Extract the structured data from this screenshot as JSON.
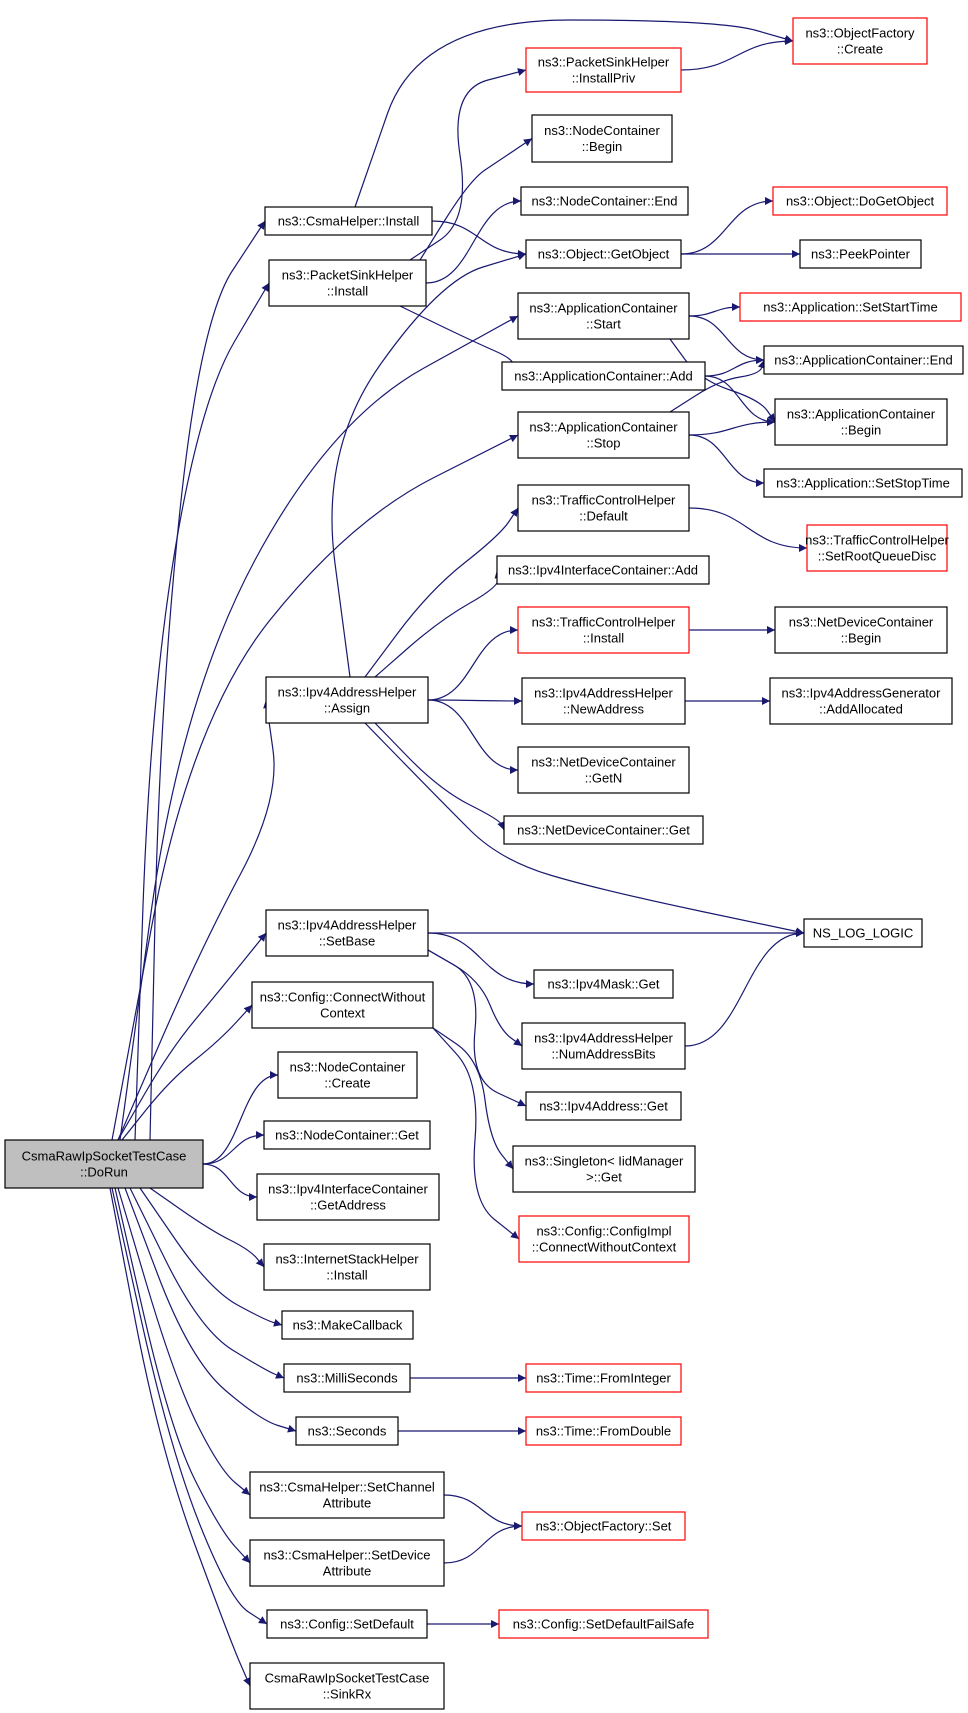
{
  "graph": {
    "edge_color": "#191970",
    "highlight_color": "#ff0000",
    "root_fill": "#bfbfbf",
    "nodes": [
      {
        "id": "dorun",
        "lines": [
          "CsmaRawIpSocketTestCase",
          "::DoRun"
        ],
        "root": true
      },
      {
        "id": "of_create",
        "lines": [
          "ns3::ObjectFactory",
          "::Create"
        ],
        "red": true
      },
      {
        "id": "psh_installpriv",
        "lines": [
          "ns3::PacketSinkHelper",
          "::InstallPriv"
        ],
        "red": true
      },
      {
        "id": "nc_begin",
        "lines": [
          "ns3::NodeContainer",
          "::Begin"
        ]
      },
      {
        "id": "csma_install",
        "lines": [
          "ns3::CsmaHelper::Install"
        ]
      },
      {
        "id": "nc_end",
        "lines": [
          "ns3::NodeContainer::End"
        ]
      },
      {
        "id": "obj_dogetobject",
        "lines": [
          "ns3::Object::DoGetObject"
        ],
        "red": true
      },
      {
        "id": "psh_install",
        "lines": [
          "ns3::PacketSinkHelper",
          "::Install"
        ]
      },
      {
        "id": "obj_getobject",
        "lines": [
          "ns3::Object::GetObject"
        ]
      },
      {
        "id": "peekpointer",
        "lines": [
          "ns3::PeekPointer"
        ]
      },
      {
        "id": "ac_start",
        "lines": [
          "ns3::ApplicationContainer",
          "::Start"
        ]
      },
      {
        "id": "app_setstarttime",
        "lines": [
          "ns3::Application::SetStartTime"
        ],
        "red": true
      },
      {
        "id": "ac_end",
        "lines": [
          "ns3::ApplicationContainer::End"
        ]
      },
      {
        "id": "ac_add",
        "lines": [
          "ns3::ApplicationContainer::Add"
        ]
      },
      {
        "id": "ac_begin",
        "lines": [
          "ns3::ApplicationContainer",
          "::Begin"
        ]
      },
      {
        "id": "ac_stop",
        "lines": [
          "ns3::ApplicationContainer",
          "::Stop"
        ]
      },
      {
        "id": "app_setstoptime",
        "lines": [
          "ns3::Application::SetStopTime"
        ]
      },
      {
        "id": "tch_default",
        "lines": [
          "ns3::TrafficControlHelper",
          "::Default"
        ]
      },
      {
        "id": "tch_setroot",
        "lines": [
          "ns3::TrafficControlHelper",
          "::SetRootQueueDisc"
        ],
        "red": true
      },
      {
        "id": "iic_add",
        "lines": [
          "ns3::Ipv4InterfaceContainer::Add"
        ]
      },
      {
        "id": "tch_install",
        "lines": [
          "ns3::TrafficControlHelper",
          "::Install"
        ],
        "red": true
      },
      {
        "id": "ndc_begin",
        "lines": [
          "ns3::NetDeviceContainer",
          "::Begin"
        ]
      },
      {
        "id": "iah_assign",
        "lines": [
          "ns3::Ipv4AddressHelper",
          "::Assign"
        ]
      },
      {
        "id": "iah_newaddress",
        "lines": [
          "ns3::Ipv4AddressHelper",
          "::NewAddress"
        ]
      },
      {
        "id": "iag_addallocated",
        "lines": [
          "ns3::Ipv4AddressGenerator",
          "::AddAllocated"
        ]
      },
      {
        "id": "ndc_getn",
        "lines": [
          "ns3::NetDeviceContainer",
          "::GetN"
        ]
      },
      {
        "id": "ndc_get",
        "lines": [
          "ns3::NetDeviceContainer::Get"
        ]
      },
      {
        "id": "iah_setbase",
        "lines": [
          "ns3::Ipv4AddressHelper",
          "::SetBase"
        ]
      },
      {
        "id": "ns_log_logic",
        "lines": [
          "NS_LOG_LOGIC"
        ]
      },
      {
        "id": "ipv4mask_get",
        "lines": [
          "ns3::Ipv4Mask::Get"
        ]
      },
      {
        "id": "config_connect",
        "lines": [
          "ns3::Config::ConnectWithout",
          "Context"
        ]
      },
      {
        "id": "iah_numaddressbits",
        "lines": [
          "ns3::Ipv4AddressHelper",
          "::NumAddressBits"
        ]
      },
      {
        "id": "nc_create",
        "lines": [
          "ns3::NodeContainer",
          "::Create"
        ]
      },
      {
        "id": "ipv4address_get",
        "lines": [
          "ns3::Ipv4Address::Get"
        ]
      },
      {
        "id": "nc_get",
        "lines": [
          "ns3::NodeContainer::Get"
        ]
      },
      {
        "id": "singleton_get",
        "lines": [
          "ns3::Singleton< IidManager",
          ">::Get"
        ]
      },
      {
        "id": "iic_getaddress",
        "lines": [
          "ns3::Ipv4InterfaceContainer",
          "::GetAddress"
        ]
      },
      {
        "id": "configimpl_connect",
        "lines": [
          "ns3::Config::ConfigImpl",
          "::ConnectWithoutContext"
        ],
        "red": true
      },
      {
        "id": "ish_install",
        "lines": [
          "ns3::InternetStackHelper",
          "::Install"
        ]
      },
      {
        "id": "makecallback",
        "lines": [
          "ns3::MakeCallback"
        ]
      },
      {
        "id": "milliseconds",
        "lines": [
          "ns3::MilliSeconds"
        ]
      },
      {
        "id": "time_frominteger",
        "lines": [
          "ns3::Time::FromInteger"
        ],
        "red": true
      },
      {
        "id": "seconds",
        "lines": [
          "ns3::Seconds"
        ]
      },
      {
        "id": "time_fromdouble",
        "lines": [
          "ns3::Time::FromDouble"
        ],
        "red": true
      },
      {
        "id": "csma_setchannelattr",
        "lines": [
          "ns3::CsmaHelper::SetChannel",
          "Attribute"
        ]
      },
      {
        "id": "of_set",
        "lines": [
          "ns3::ObjectFactory::Set"
        ],
        "red": true
      },
      {
        "id": "csma_setdeviceattr",
        "lines": [
          "ns3::CsmaHelper::SetDevice",
          "Attribute"
        ]
      },
      {
        "id": "config_setdefault",
        "lines": [
          "ns3::Config::SetDefault"
        ]
      },
      {
        "id": "config_setdefaultfailsafe",
        "lines": [
          "ns3::Config::SetDefaultFailSafe"
        ],
        "red": true
      },
      {
        "id": "sinkrx",
        "lines": [
          "CsmaRawIpSocketTestCase",
          "::SinkRx"
        ]
      }
    ],
    "edges": [
      [
        "dorun",
        "csma_install"
      ],
      [
        "dorun",
        "psh_install"
      ],
      [
        "dorun",
        "ac_start"
      ],
      [
        "dorun",
        "ac_stop"
      ],
      [
        "dorun",
        "iah_assign"
      ],
      [
        "dorun",
        "iah_setbase"
      ],
      [
        "dorun",
        "config_connect"
      ],
      [
        "dorun",
        "nc_create"
      ],
      [
        "dorun",
        "nc_get"
      ],
      [
        "dorun",
        "iic_getaddress"
      ],
      [
        "dorun",
        "ish_install"
      ],
      [
        "dorun",
        "makecallback"
      ],
      [
        "dorun",
        "milliseconds"
      ],
      [
        "dorun",
        "seconds"
      ],
      [
        "dorun",
        "csma_setchannelattr"
      ],
      [
        "dorun",
        "csma_setdeviceattr"
      ],
      [
        "dorun",
        "config_setdefault"
      ],
      [
        "dorun",
        "sinkrx"
      ],
      [
        "csma_install",
        "of_create"
      ],
      [
        "csma_install",
        "obj_getobject"
      ],
      [
        "psh_install",
        "psh_installpriv"
      ],
      [
        "psh_install",
        "nc_begin"
      ],
      [
        "psh_install",
        "nc_end"
      ],
      [
        "psh_install",
        "ac_add"
      ],
      [
        "psh_installpriv",
        "of_create"
      ],
      [
        "obj_getobject",
        "obj_dogetobject"
      ],
      [
        "obj_getobject",
        "peekpointer"
      ],
      [
        "ac_start",
        "app_setstarttime"
      ],
      [
        "ac_start",
        "ac_end"
      ],
      [
        "ac_start",
        "ac_begin"
      ],
      [
        "ac_add",
        "ac_end"
      ],
      [
        "ac_add",
        "ac_begin"
      ],
      [
        "ac_stop",
        "ac_end"
      ],
      [
        "ac_stop",
        "ac_begin"
      ],
      [
        "ac_stop",
        "app_setstoptime"
      ],
      [
        "tch_default",
        "tch_setroot"
      ],
      [
        "tch_install",
        "ndc_begin"
      ],
      [
        "iah_assign",
        "obj_getobject"
      ],
      [
        "iah_assign",
        "tch_default"
      ],
      [
        "iah_assign",
        "iic_add"
      ],
      [
        "iah_assign",
        "tch_install"
      ],
      [
        "iah_assign",
        "iah_newaddress"
      ],
      [
        "iah_assign",
        "ndc_getn"
      ],
      [
        "iah_assign",
        "ndc_get"
      ],
      [
        "iah_assign",
        "ns_log_logic"
      ],
      [
        "iah_newaddress",
        "iag_addallocated"
      ],
      [
        "iah_setbase",
        "ns_log_logic"
      ],
      [
        "iah_setbase",
        "ipv4mask_get"
      ],
      [
        "iah_setbase",
        "iah_numaddressbits"
      ],
      [
        "iah_setbase",
        "ipv4address_get"
      ],
      [
        "iah_numaddressbits",
        "ns_log_logic"
      ],
      [
        "config_connect",
        "singleton_get"
      ],
      [
        "config_connect",
        "configimpl_connect"
      ],
      [
        "milliseconds",
        "time_frominteger"
      ],
      [
        "seconds",
        "time_fromdouble"
      ],
      [
        "csma_setchannelattr",
        "of_set"
      ],
      [
        "csma_setdeviceattr",
        "of_set"
      ],
      [
        "config_setdefault",
        "config_setdefaultfailsafe"
      ]
    ]
  }
}
